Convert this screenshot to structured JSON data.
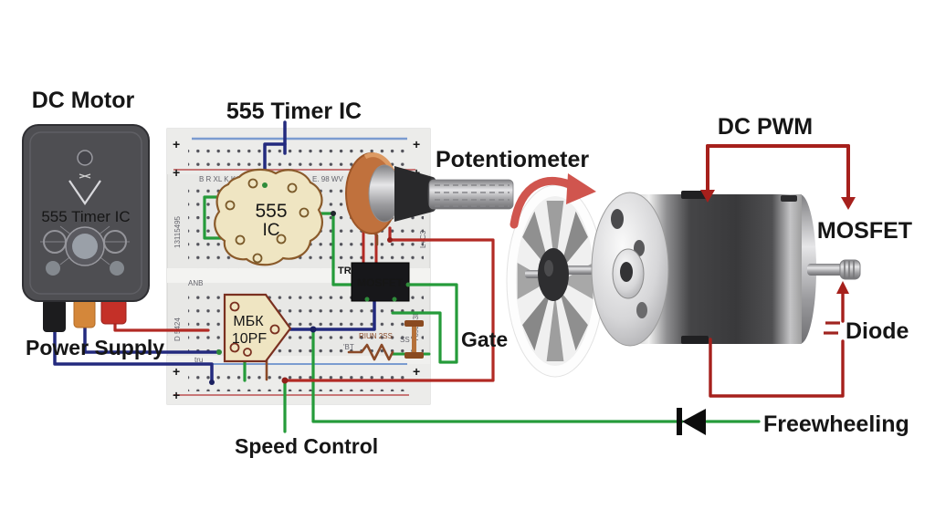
{
  "labels": {
    "dc_motor": "DC Motor",
    "timer_ic": "555 Timer IC",
    "potentiometer": "Potentiometer",
    "dc_pwm": "DC PWM",
    "mosfet": "MOSFET",
    "diode": "Diode",
    "freewheeling": "Freewheeling",
    "power_supply": "Power Supply",
    "gate": "Gate",
    "speed_control": "Speed Control"
  },
  "power_supply_unit": {
    "title": "555 Timer IC"
  },
  "breadboard": {
    "ic555_line1": "555",
    "ic555_line2": "IC",
    "mbk_line1": "МБК",
    "mbk_line2": "10PF",
    "mosfet_chip": "MOSFET",
    "tr": "TR",
    "annotations": [
      "B R XL K KO3",
      "NG",
      "E. 98 WV",
      "RIUN 2SS",
      "'BT",
      "SS",
      "tru",
      "ANB",
      "13115495",
      "D 5424",
      "L+C3",
      "Y69LC3I"
    ]
  },
  "colors": {
    "wire_red": "#b22a24",
    "wire_green": "#259b3a",
    "wire_navy": "#232a7e",
    "wire_brown": "#8a4a28",
    "arrow_red": "#a6201c",
    "rotation_arrow": "#d0554e",
    "pot_orange": "#c0713d",
    "board": "#e8e8e6",
    "ic_cream": "#efe5c2",
    "psu_body": "#4e4e52"
  }
}
